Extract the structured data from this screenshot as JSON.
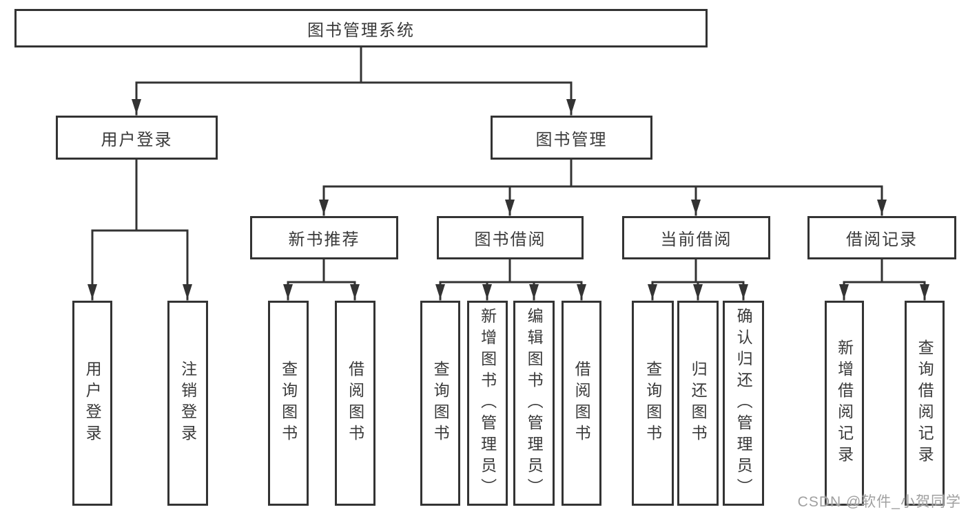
{
  "diagram": {
    "root": {
      "label": "图书管理系统"
    },
    "level2": [
      {
        "label": "用户登录"
      },
      {
        "label": "图书管理"
      }
    ],
    "level3": [
      {
        "label": "新书推荐"
      },
      {
        "label": "图书借阅"
      },
      {
        "label": "当前借阅"
      },
      {
        "label": "借阅记录"
      }
    ],
    "leaves": [
      {
        "label": "用户登录"
      },
      {
        "label": "注销登录"
      },
      {
        "label": "查询图书"
      },
      {
        "label": "借阅图书"
      },
      {
        "label": "查询图书"
      },
      {
        "label": "新增图书（管理员）"
      },
      {
        "label": "编辑图书（管理员）"
      },
      {
        "label": "借阅图书"
      },
      {
        "label": "查询图书"
      },
      {
        "label": "归还图书"
      },
      {
        "label": "确认归还（管理员）"
      },
      {
        "label": "新增借阅记录"
      },
      {
        "label": "查询借阅记录"
      }
    ]
  },
  "watermark": {
    "text": "CSDN @软件_小贺同学"
  },
  "colors": {
    "line": "#333333",
    "text": "#3a3a3a",
    "background": "#ffffff",
    "watermark": "#a0a0a0"
  }
}
